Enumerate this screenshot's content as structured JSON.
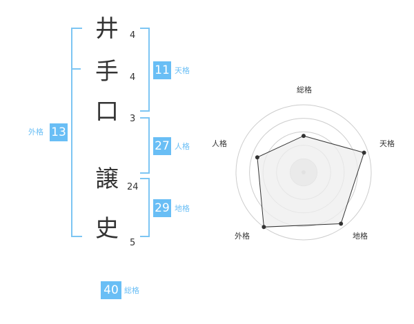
{
  "name_chars": [
    {
      "char": "井",
      "strokes": "4"
    },
    {
      "char": "手",
      "strokes": "4"
    },
    {
      "char": "口",
      "strokes": "3"
    },
    {
      "char": "譲",
      "strokes": "24"
    },
    {
      "char": "史",
      "strokes": "5"
    }
  ],
  "fortune": {
    "tenkaku": {
      "value": "11",
      "label": "天格"
    },
    "jinkaku": {
      "value": "27",
      "label": "人格"
    },
    "chikaku": {
      "value": "29",
      "label": "地格"
    },
    "gaikaku": {
      "value": "13",
      "label": "外格"
    },
    "soukaku": {
      "value": "40",
      "label": "総格"
    }
  },
  "radar": {
    "axes": [
      "総格",
      "天格",
      "地格",
      "外格",
      "人格"
    ],
    "values": [
      0.54,
      0.94,
      0.94,
      1.0,
      0.72
    ],
    "fill_color": "#eeeeee",
    "line_color": "#333333",
    "ring_color": "#cccccc"
  }
}
